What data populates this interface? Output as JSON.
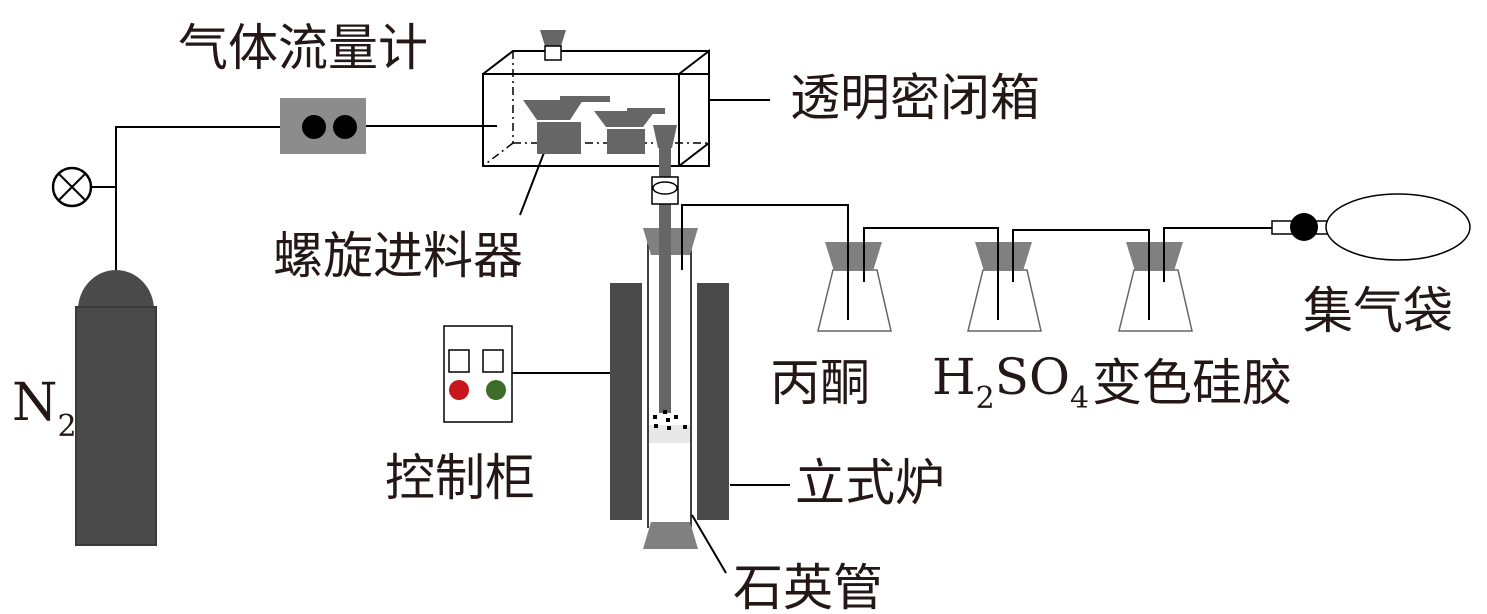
{
  "diagram": {
    "title": "",
    "labels": {
      "gas_flowmeter": "气体流量计",
      "sealed_box": "透明密闭箱",
      "screw_feeder": "螺旋进料器",
      "control_cabinet": "控制柜",
      "vertical_furnace": "立式炉",
      "quartz_tube": "石英管",
      "acetone": "丙酮",
      "sulfuric_acid": {
        "main": "H",
        "sub1": "2",
        "mid": "SO",
        "sub2": "4"
      },
      "silica_gel": "变色硅胶",
      "gas_bag": "集气袋",
      "nitrogen": {
        "main": "N",
        "sub": "2"
      }
    },
    "components": [
      {
        "id": "n2-cylinder",
        "label_ref": "nitrogen"
      },
      {
        "id": "valve",
        "icon": "valve-icon"
      },
      {
        "id": "flowmeter",
        "label_ref": "gas_flowmeter"
      },
      {
        "id": "sealed-box",
        "label_ref": "sealed_box"
      },
      {
        "id": "screw-feeder",
        "label_ref": "screw_feeder"
      },
      {
        "id": "control-cabinet",
        "label_ref": "control_cabinet",
        "indicator_colors": [
          "#c8161d",
          "#3d6b2a"
        ]
      },
      {
        "id": "vertical-furnace",
        "label_ref": "vertical_furnace"
      },
      {
        "id": "quartz-tube",
        "label_ref": "quartz_tube"
      },
      {
        "id": "flask-acetone",
        "label_ref": "acetone"
      },
      {
        "id": "flask-h2so4",
        "label_ref": "sulfuric_acid"
      },
      {
        "id": "flask-silica",
        "label_ref": "silica_gel"
      },
      {
        "id": "gas-bag",
        "label_ref": "gas_bag"
      }
    ],
    "colors": {
      "dark": "#4a4a4a",
      "mid": "#808080",
      "light": "#8c8c8c",
      "text": "#231815",
      "red": "#c8161d",
      "green": "#3d6b2a"
    }
  }
}
